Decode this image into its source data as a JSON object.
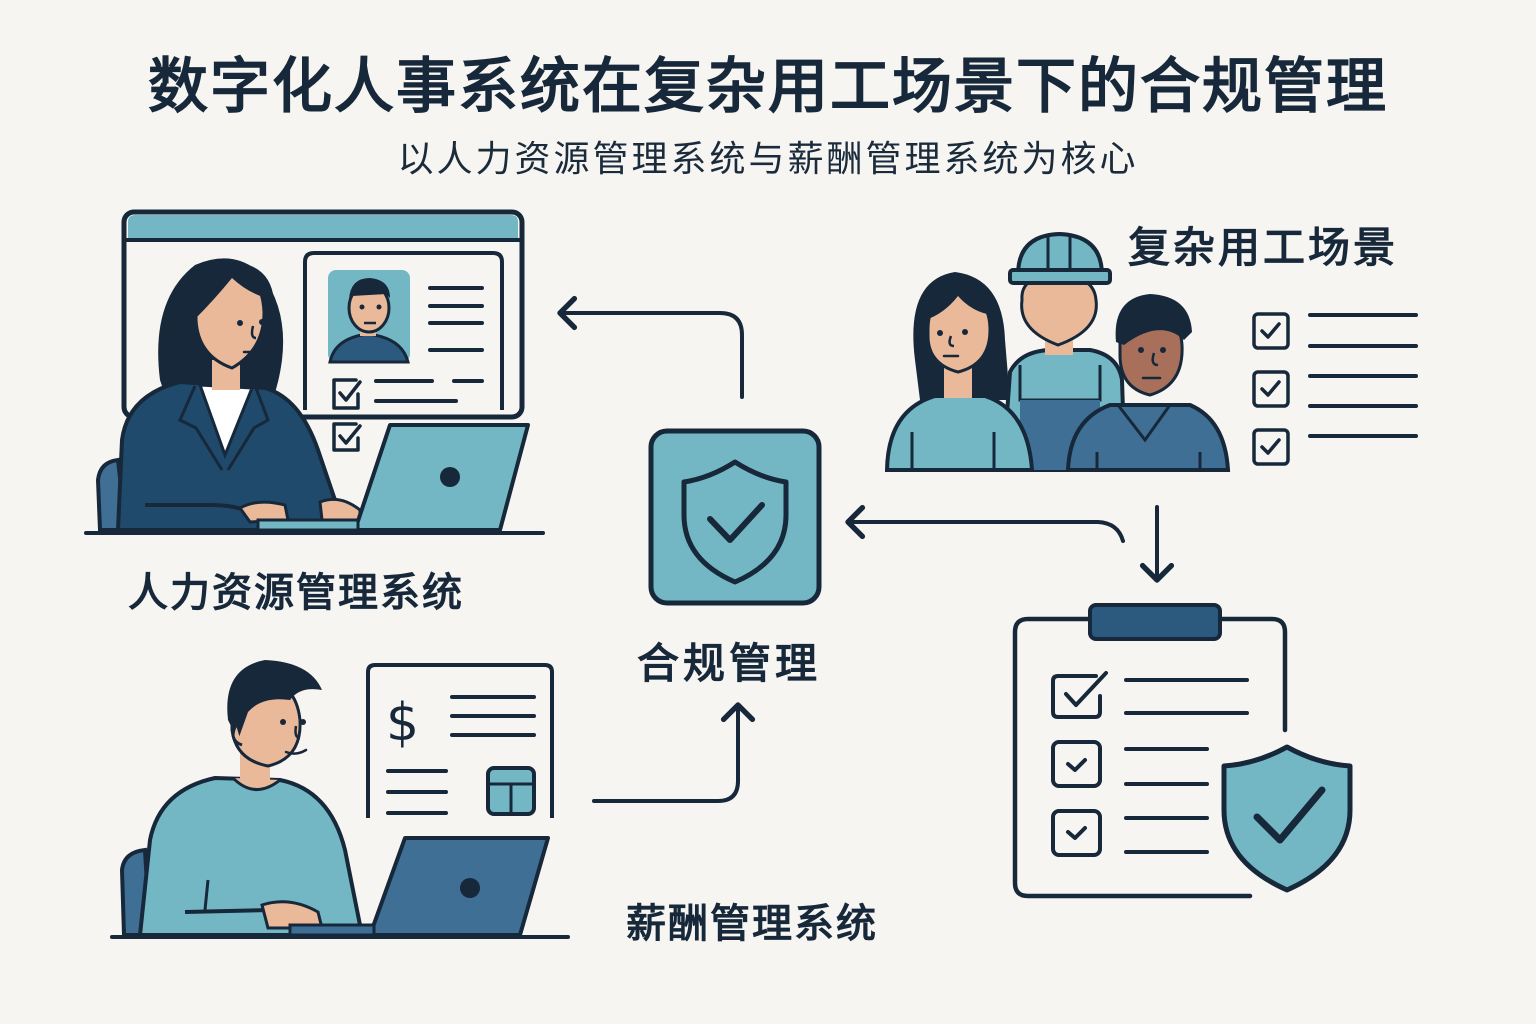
{
  "header": {
    "title": "数字化人事系统在复杂用工场景下的合规管理",
    "subtitle": "以人力资源管理系统与薪酬管理系统为核心"
  },
  "nodes": {
    "hr_system": {
      "label": "人力资源管理系统",
      "icon": "woman-at-laptop-with-profile-window"
    },
    "payroll_system": {
      "label": "薪酬管理系统",
      "icon": "man-at-laptop-with-salary-document"
    },
    "compliance": {
      "label": "合规管理",
      "icon": "shield-check-icon"
    },
    "complex_employment": {
      "label": "复杂用工场景",
      "icon": "diverse-workers-group-with-checklist"
    },
    "compliance_checklist": {
      "icon": "clipboard-checklist-with-shield"
    }
  },
  "flows": [
    {
      "from": "合规管理",
      "to": "人力资源管理系统"
    },
    {
      "from": "薪酬管理系统",
      "to": "合规管理"
    },
    {
      "from": "复杂用工场景",
      "to": "合规管理"
    },
    {
      "from": "复杂用工场景",
      "to": "clipboard-checklist"
    }
  ],
  "colors": {
    "background": "#f7f5f1",
    "ink": "#16283a",
    "teal_light": "#74b7c4",
    "blue_mid": "#3f6f94",
    "navy_suit": "#1f4a6c",
    "skin": "#eab99a",
    "skin_dark": "#a8705a"
  }
}
